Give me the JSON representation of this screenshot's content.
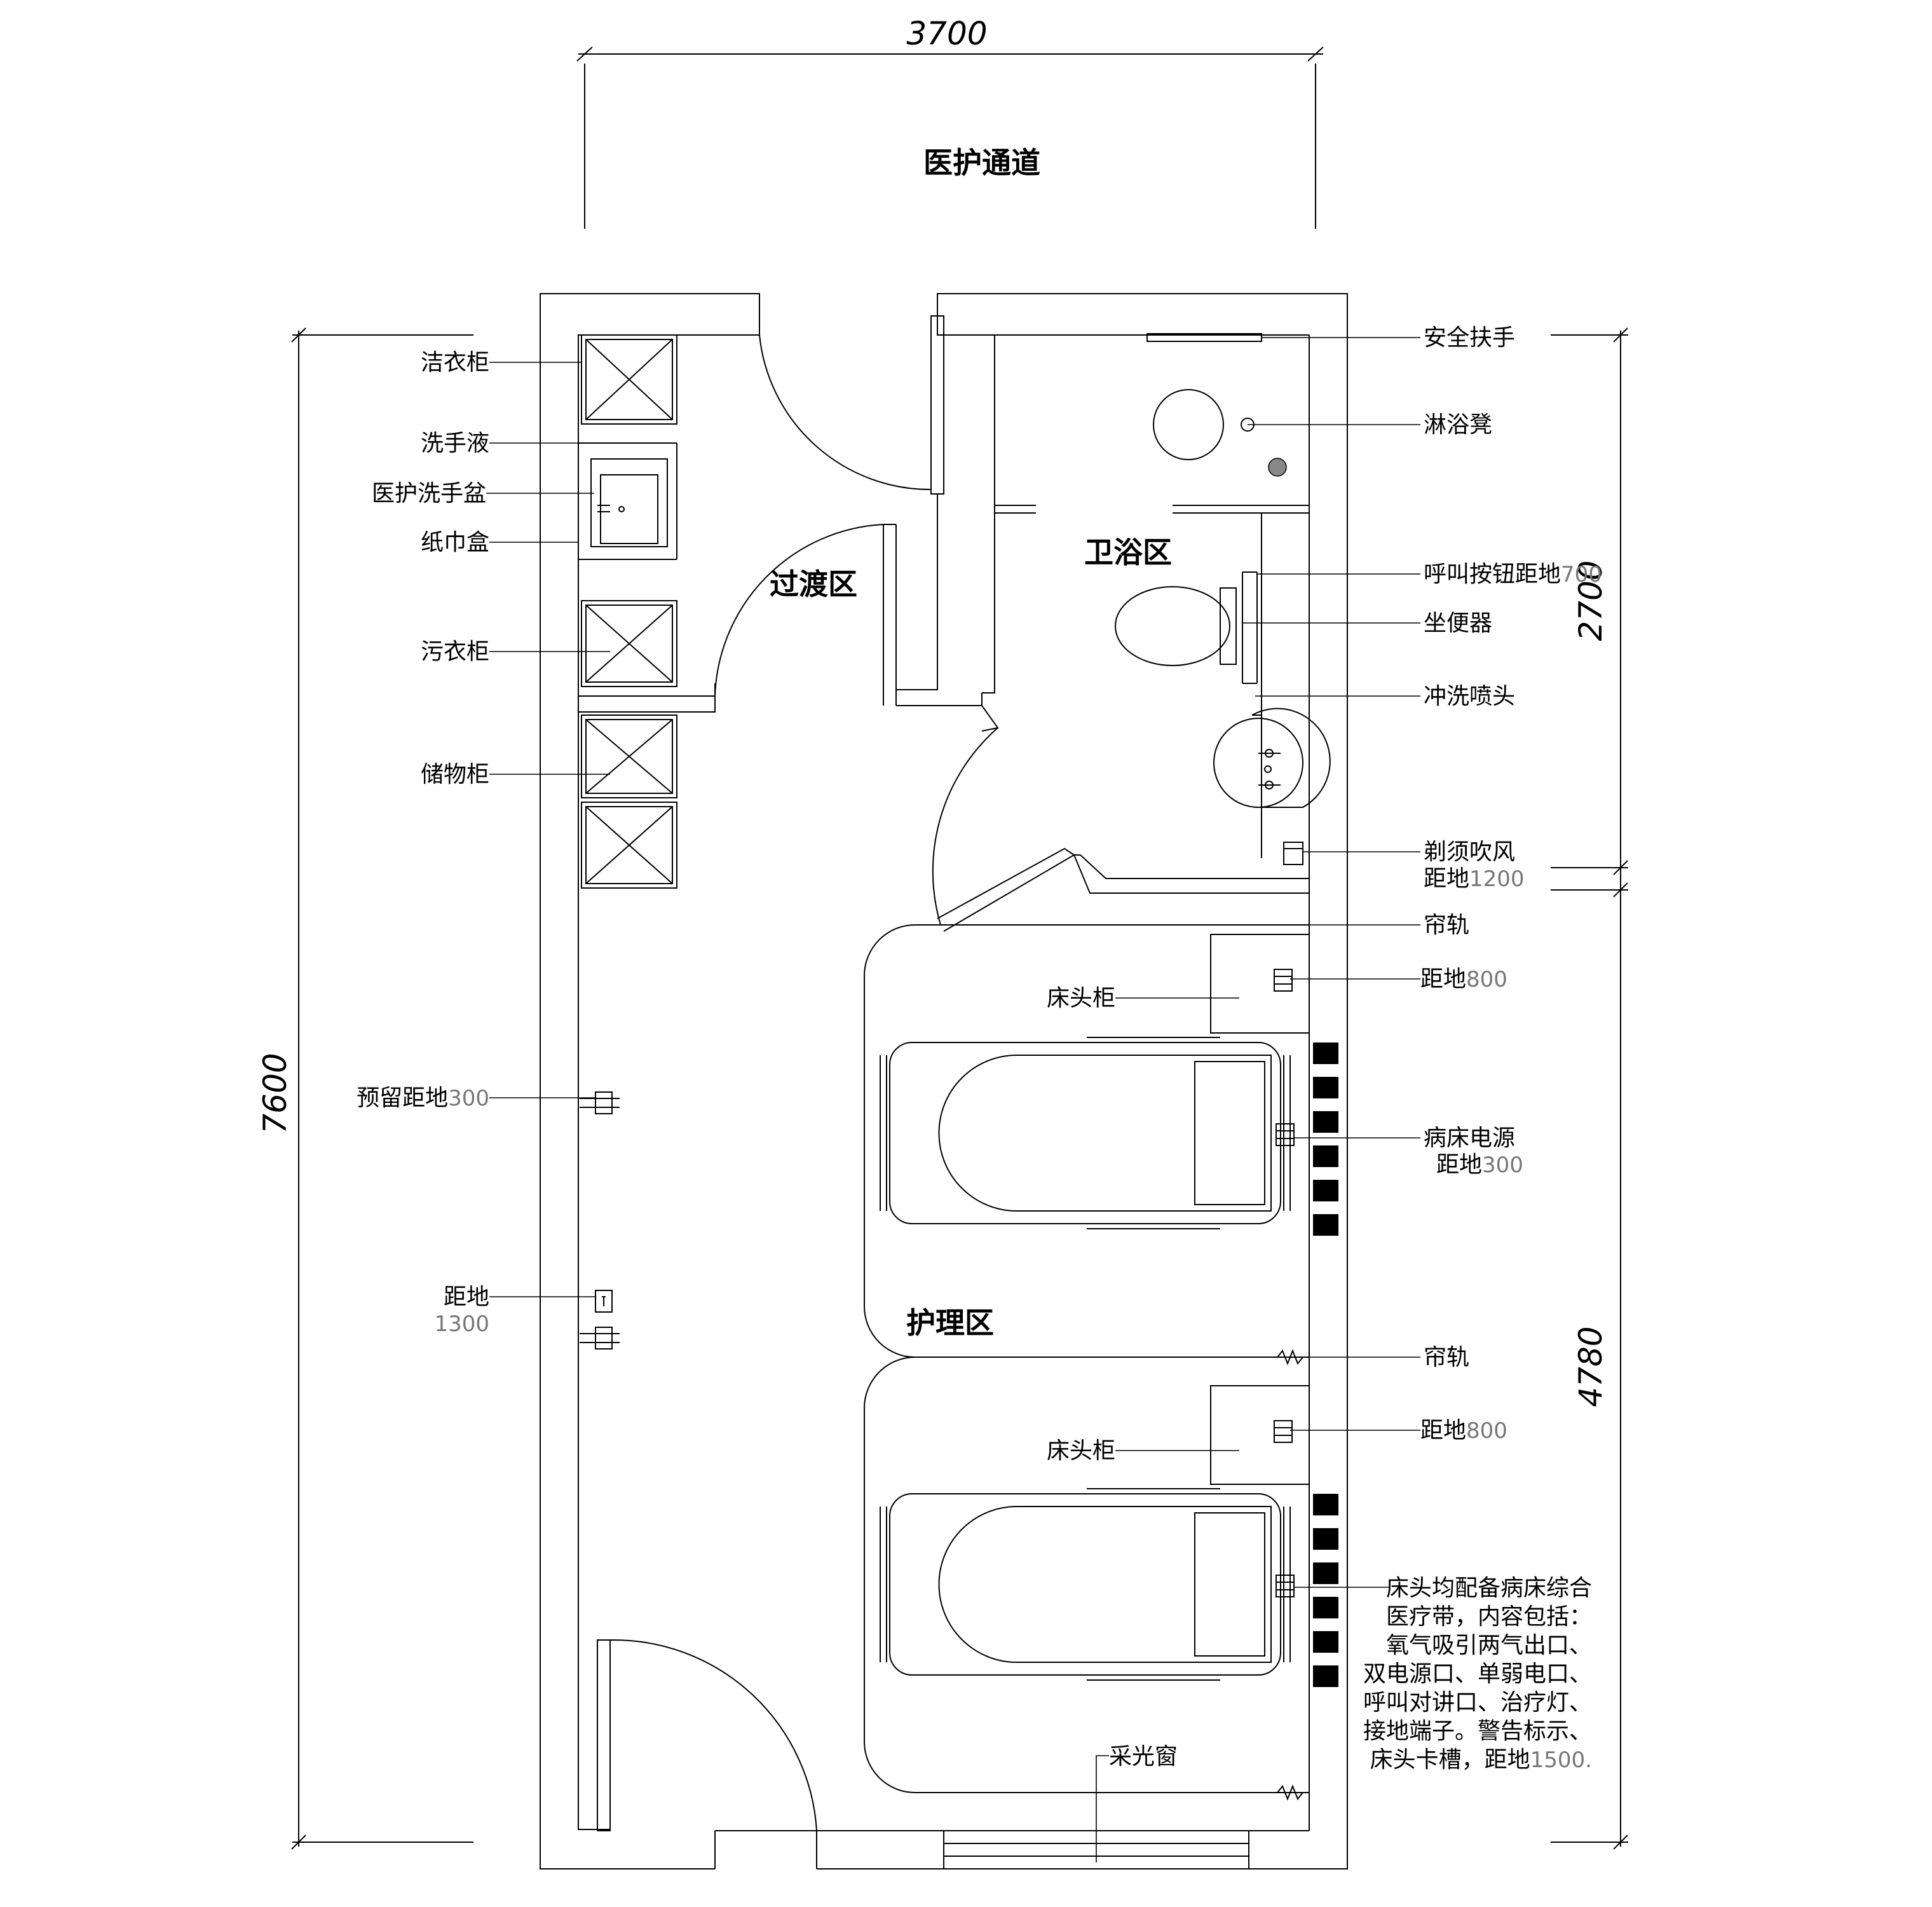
{
  "dimensions": {
    "top_width": "3700",
    "total_height": "7600",
    "bath_height": "2700",
    "care_height": "4780"
  },
  "zones": {
    "corridor": "医护通道",
    "transition": "过渡区",
    "bathroom": "卫浴区",
    "care": "护理区"
  },
  "left_labels": {
    "clean_cabinet": "洁衣柜",
    "hand_soap": "洗手液",
    "wash_basin": "医护洗手盆",
    "tissue_box": "纸巾盒",
    "dirty_cabinet": "污衣柜",
    "storage_cabinet": "储物柜",
    "reserve_prefix": "预留距地",
    "reserve_value": "300",
    "floor_prefix": "距地",
    "floor_value": "1300"
  },
  "right_labels": {
    "grab_bar": "安全扶手",
    "shower_stool": "淋浴凳",
    "call_button_prefix": "呼叫按钮距地",
    "call_button_value": "700",
    "toilet": "坐便器",
    "flush_nozzle": "冲洗喷头",
    "shaver_line1": "剃须吹风",
    "shaver_prefix": "距地",
    "shaver_value": "1200",
    "curtain_rail_1": "帘轨",
    "floor800_prefix_1": "距地",
    "floor800_value_1": "800",
    "power_line1": "病床电源",
    "power_prefix": "距地",
    "power_value": "300",
    "curtain_rail_2": "帘轨",
    "floor800_prefix_2": "距地",
    "floor800_value_2": "800",
    "band_line1": "床头均配备病床综合",
    "band_line2": "医疗带，内容包括：",
    "band_line3": "氧气吸引两气出口、",
    "band_line4": "双电源口、单弱电口、",
    "band_line5": "呼叫对讲口、治疗灯、",
    "band_line6": "接地端子。警告标示、",
    "band_line7_prefix": "床头卡槽，距地",
    "band_line7_value": "1500."
  },
  "inner_labels": {
    "bedside_1": "床头柜",
    "bedside_2": "床头柜",
    "window": "采光窗"
  }
}
